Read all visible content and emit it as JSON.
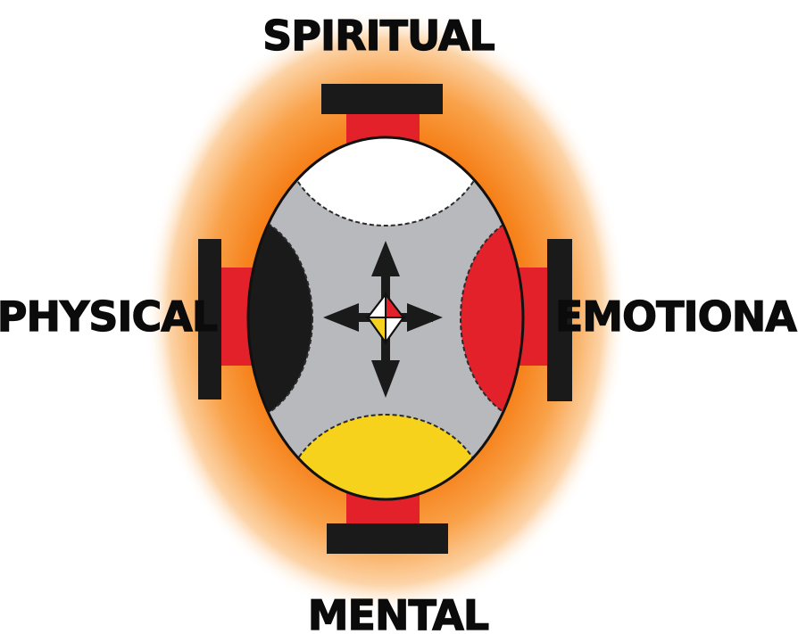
{
  "labels": {
    "top": "SPIRITUAL",
    "left": "PHYSICAL",
    "right": "EMOTIONAL",
    "bottom": "MENTAL"
  },
  "colors": {
    "glow": "#f57a10",
    "black": "#1a1a1a",
    "red": "#e3212a",
    "yellow": "#f6d21c",
    "white": "#ffffff",
    "gray": "#b8b9bd"
  },
  "icons": {
    "center": "four-direction-arrows-icon",
    "medallion": "medicine-wheel-diamond-icon"
  }
}
